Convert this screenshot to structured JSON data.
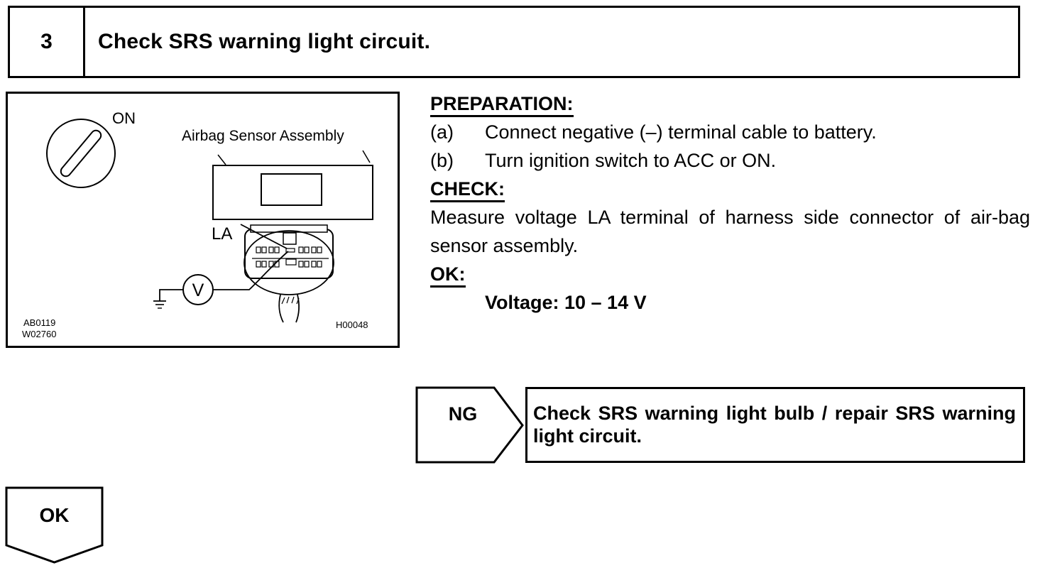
{
  "step": {
    "number": "3",
    "title": "Check SRS warning light circuit."
  },
  "figure": {
    "ignition_label": "ON",
    "sensor_label": "Airbag Sensor Assembly",
    "terminal_label": "LA",
    "meter_label": "V",
    "code_left_1": "AB0119",
    "code_left_2": "W02760",
    "code_right": "H00048"
  },
  "procedure": {
    "preparation_heading": "PREPARATION:",
    "steps": [
      {
        "label": "(a)",
        "text": "Connect negative (–) terminal cable to battery."
      },
      {
        "label": "(b)",
        "text": "Turn ignition switch to ACC or ON."
      }
    ],
    "check_heading": "CHECK:",
    "check_text": "Measure voltage LA terminal of harness side connector of air-bag sensor assembly.",
    "ok_heading": "OK:",
    "ok_spec": "Voltage: 10 – 14 V"
  },
  "result_ng": {
    "label": "NG",
    "text": "Check SRS warning light bulb / repair SRS warning light circuit."
  },
  "result_ok": {
    "label": "OK"
  }
}
